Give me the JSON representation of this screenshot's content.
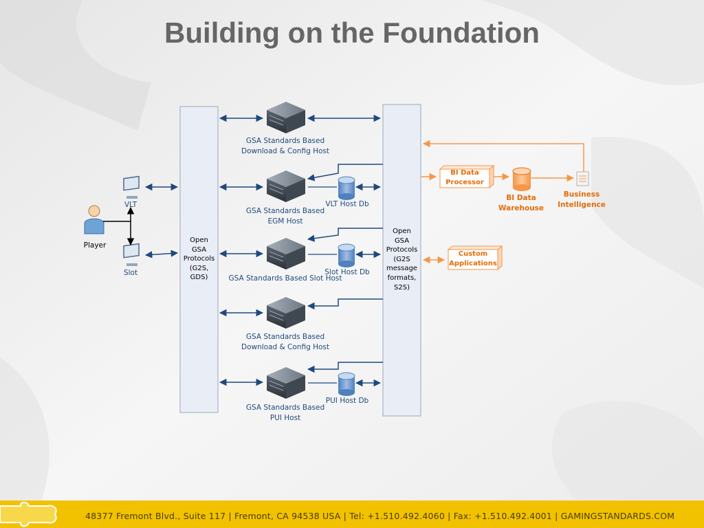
{
  "title": "Building on the Foundation",
  "left_panel": {
    "label_lines": [
      "Open",
      "GSA",
      "Protocols",
      "(G2S,",
      "GDS)"
    ]
  },
  "right_panel": {
    "label_lines": [
      "Open",
      "GSA",
      "Protocols",
      "(G2S",
      "message",
      "formats,",
      "S2S)"
    ]
  },
  "player": {
    "label": "Player",
    "vlt_label": "VLT",
    "slot_label": "Slot"
  },
  "hosts": [
    {
      "label_lines": [
        "GSA Standards Based",
        "Download & Config Host"
      ]
    },
    {
      "label_lines": [
        "GSA Standards Based",
        "EGM Host"
      ],
      "db_label": "VLT Host Db"
    },
    {
      "label_lines": [
        "GSA Standards Based Slot Host"
      ],
      "db_label": "Slot Host Db"
    },
    {
      "label_lines": [
        "GSA Standards Based",
        "Download & Config Host"
      ]
    },
    {
      "label_lines": [
        "GSA Standards Based",
        "PUI Host"
      ],
      "db_label": "PUI Host Db"
    }
  ],
  "bi": {
    "processor_lines": [
      "BI Data",
      "Processor"
    ],
    "warehouse_lines": [
      "BI Data",
      "Warehouse"
    ],
    "business_intelligence": "Business Intelligence",
    "custom_lines": [
      "Custom",
      "Applications"
    ]
  },
  "footer": {
    "text": "48377 Fremont Blvd., Suite 117  |  Fremont, CA 94538  USA  |  Tel: +1.510.492.4060  |  Fax: +1.510.492.4001 | GAMINGSTANDARDS.COM"
  },
  "colors": {
    "blue": "#1f497d",
    "orange": "#f79646",
    "panel": "#e9edf6",
    "footer": "#f2c200"
  }
}
